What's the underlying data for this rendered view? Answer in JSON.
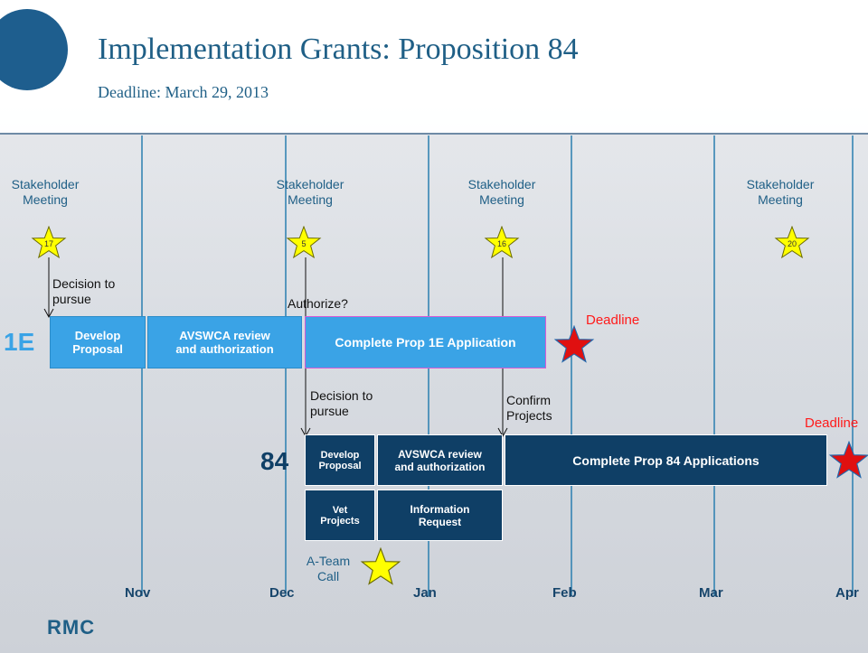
{
  "title": "Implementation Grants: Proposition 84",
  "subtitle": "Deadline: March 29, 2013",
  "months": [
    "Nov",
    "Dec",
    "Jan",
    "Feb",
    "Mar",
    "Apr"
  ],
  "stakeholder_meetings": [
    {
      "label": "Stakeholder\nMeeting",
      "day": "17"
    },
    {
      "label": "Stakeholder\nMeeting",
      "day": "5"
    },
    {
      "label": "Stakeholder\nMeeting",
      "day": "16"
    },
    {
      "label": "Stakeholder\nMeeting",
      "day": "20"
    }
  ],
  "annotations": {
    "decision1": "Decision to\npursue",
    "authorize": "Authorize?",
    "decision2": "Decision to\npursue",
    "confirm": "Confirm\nProjects",
    "ateam": "A-Team\nCall"
  },
  "prop1e": {
    "label": "1E",
    "bars": [
      "Develop\nProposal",
      "AVSWCA review\nand authorization",
      "Complete Prop 1E Application"
    ],
    "deadline": "Deadline"
  },
  "prop84": {
    "label": "84",
    "bars": [
      "Develop\nProposal",
      "AVSWCA review\nand authorization",
      "Complete Prop 84 Applications",
      "Vet\nProjects",
      "Information\nRequest"
    ],
    "deadline": "Deadline"
  },
  "logo": "RMC",
  "colors": {
    "light_bar": "#3aa3e6",
    "dark_bar": "#0f3f66",
    "title": "#1f5f86",
    "star": "#ffff00",
    "deadline_star": "#e01010"
  }
}
